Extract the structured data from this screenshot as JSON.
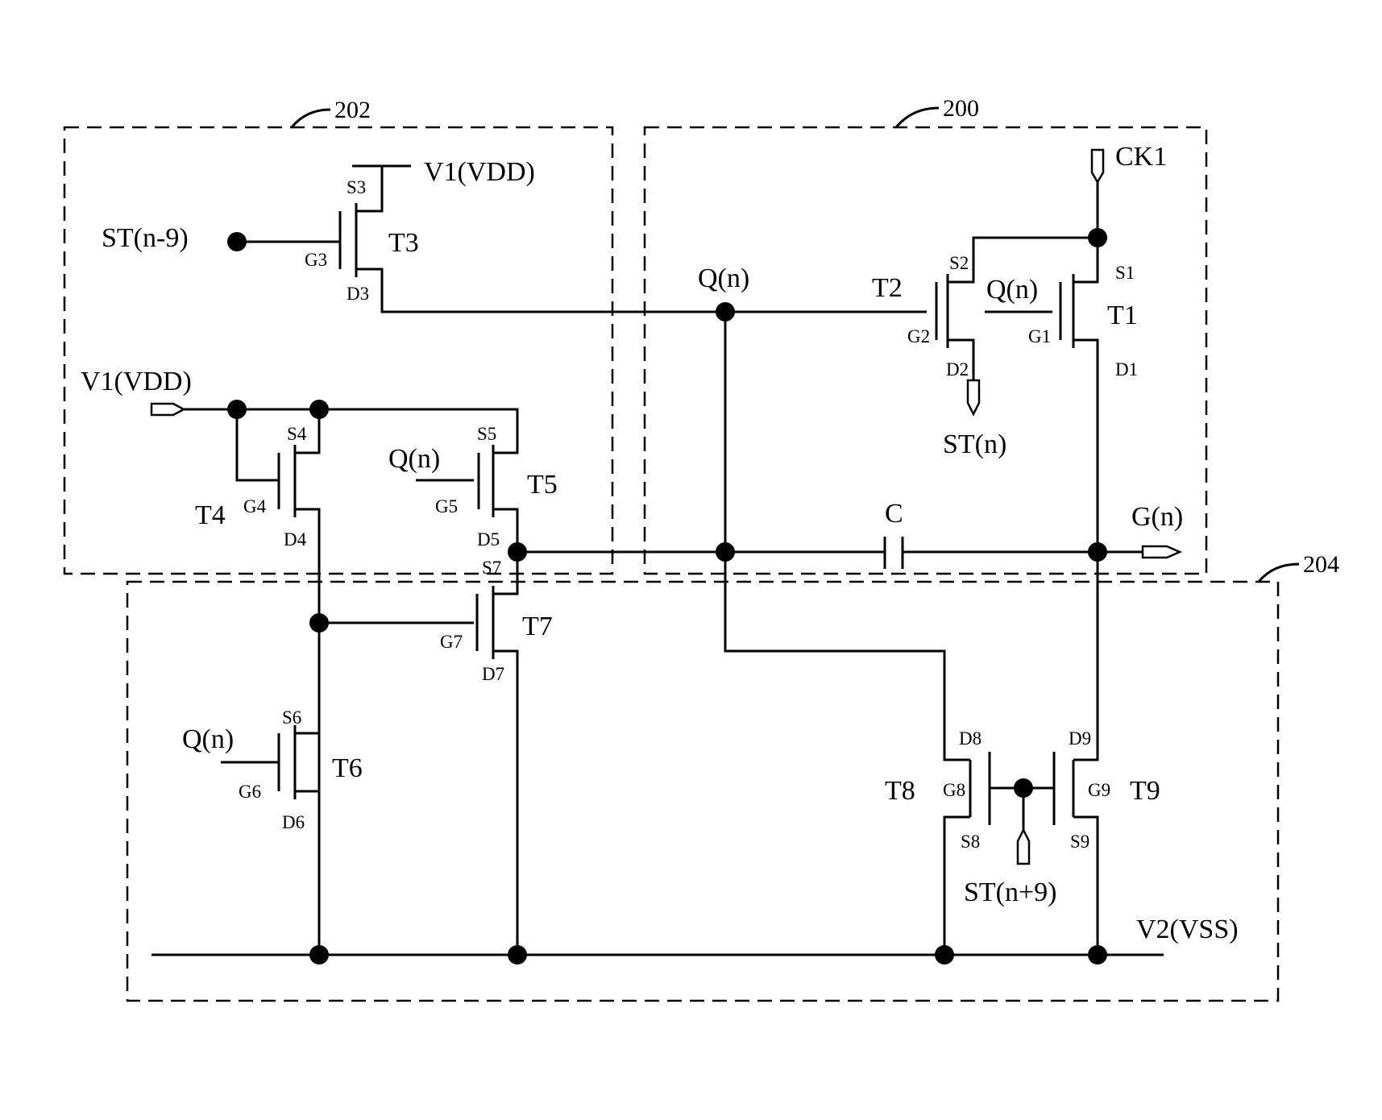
{
  "regions": [
    {
      "ref": "202"
    },
    {
      "ref": "200"
    },
    {
      "ref": "204"
    }
  ],
  "transistors": [
    {
      "name": "T1",
      "gate": "G1",
      "source": "S1",
      "drain": "D1"
    },
    {
      "name": "T2",
      "gate": "G2",
      "source": "S2",
      "drain": "D2"
    },
    {
      "name": "T3",
      "gate": "G3",
      "source": "S3",
      "drain": "D3"
    },
    {
      "name": "T4",
      "gate": "G4",
      "source": "S4",
      "drain": "D4"
    },
    {
      "name": "T5",
      "gate": "G5",
      "source": "S5",
      "drain": "D5"
    },
    {
      "name": "T6",
      "gate": "G6",
      "source": "S6",
      "drain": "D6"
    },
    {
      "name": "T7",
      "gate": "G7",
      "source": "S7",
      "drain": "D7"
    },
    {
      "name": "T8",
      "gate": "G8",
      "source": "S8",
      "drain": "D8"
    },
    {
      "name": "T9",
      "gate": "G9",
      "source": "S9",
      "drain": "D9"
    }
  ],
  "signals": {
    "vdd_top": "V1(VDD)",
    "vdd_left": "V1(VDD)",
    "st_prev": "ST(n-9)",
    "ck": "CK1",
    "q_node": "Q(n)",
    "q_t1": "Q(n)",
    "q_t5": "Q(n)",
    "q_t6": "Q(n)",
    "st_out": "ST(n)",
    "g_out": "G(n)",
    "capacitor": "C",
    "st_next": "ST(n+9)",
    "vss": "V2(VSS)"
  }
}
